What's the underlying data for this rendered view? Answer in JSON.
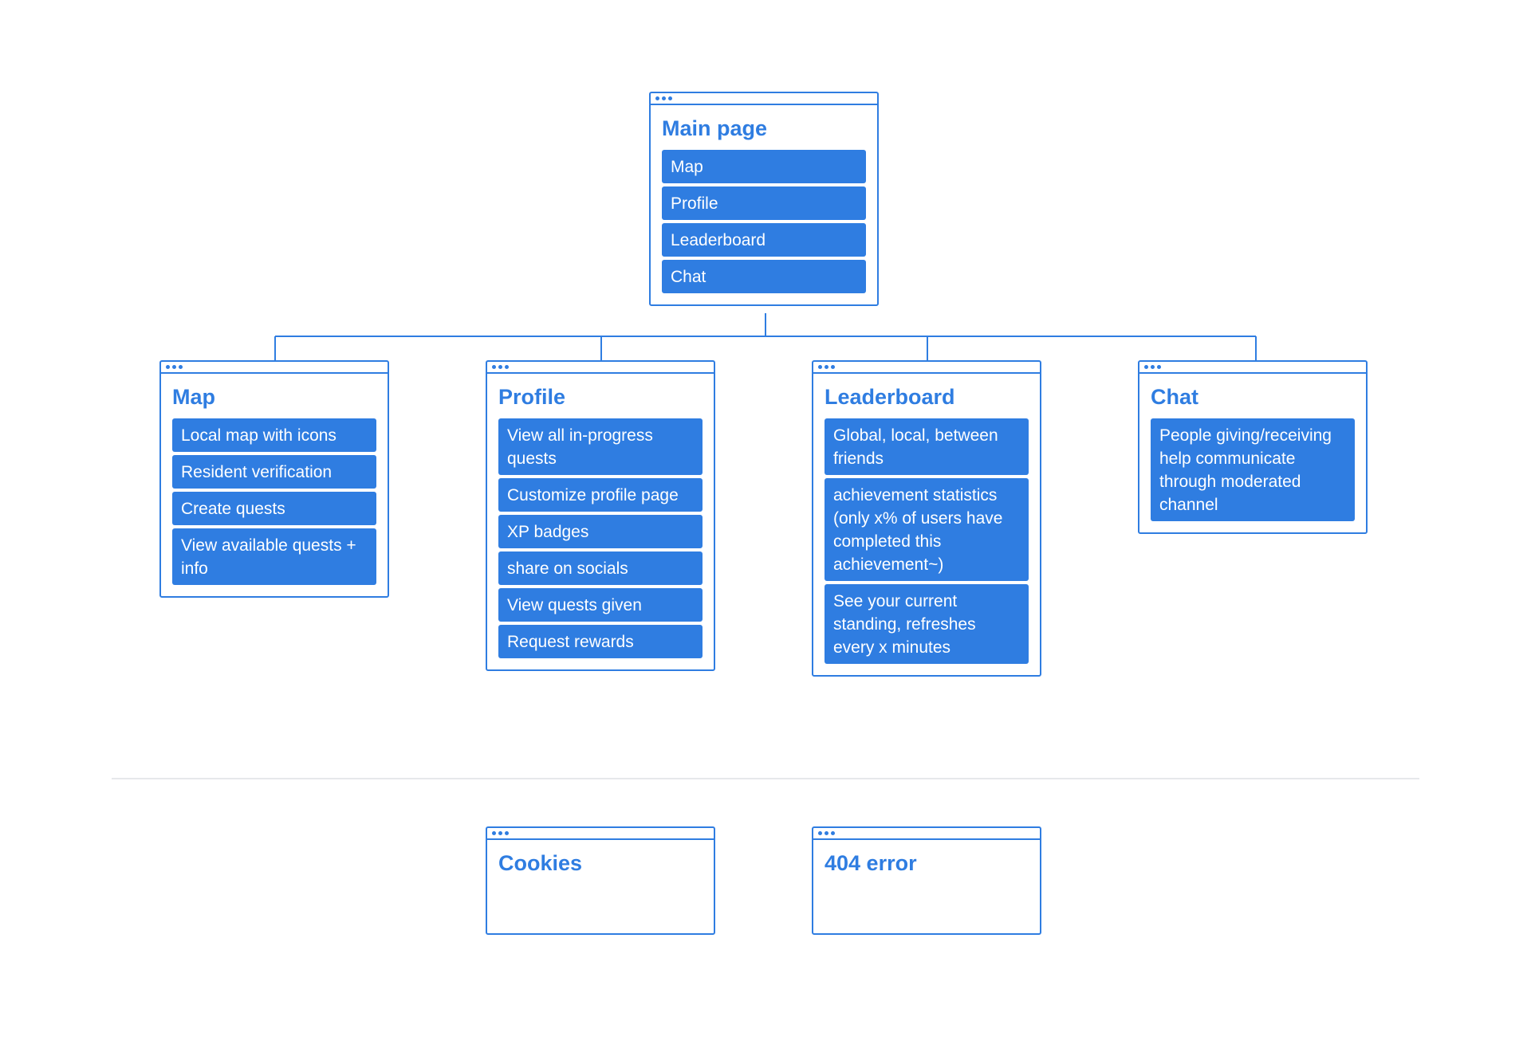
{
  "colors": {
    "accent": "#2f7de1",
    "background": "#ffffff",
    "divider": "#e6e8eb"
  },
  "main_page": {
    "title": "Main page",
    "items": [
      "Map",
      "Profile",
      "Leaderboard",
      "Chat"
    ]
  },
  "map": {
    "title": "Map",
    "items": [
      "Local map with icons",
      "Resident verification",
      "Create quests",
      "View available quests + info"
    ]
  },
  "profile": {
    "title": "Profile",
    "items": [
      "View all in-progress quests",
      "Customize profile page",
      "XP badges",
      "share on socials",
      "View quests given",
      "Request rewards"
    ]
  },
  "leaderboard": {
    "title": "Leaderboard",
    "items": [
      "Global, local, between friends",
      "achievement statistics (only x% of users have completed this achievement~)",
      "See your current standing, refreshes every x minutes"
    ]
  },
  "chat": {
    "title": "Chat",
    "items": [
      "People giving/receiving help communicate through moderated channel"
    ]
  },
  "cookies": {
    "title": "Cookies"
  },
  "error_404": {
    "title": "404 error"
  }
}
